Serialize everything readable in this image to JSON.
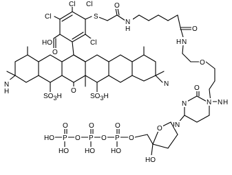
{
  "labels": {
    "cl_top_left": "Cl",
    "cl_top_right": "Cl",
    "cl_left": "Cl",
    "cl_right": "Cl",
    "s_atom": "S",
    "o_amide1": "O",
    "nh_amide1": "N",
    "h_amide1": "H",
    "ho_acid": "HO",
    "o_acid": "O",
    "o_amide2": "O",
    "nh_amide2": "N",
    "h_amide2": "H",
    "o_ether": "O",
    "nh_left": "N",
    "h_left": "H",
    "o_xanthene": "O",
    "n_right": "N",
    "so3h_left": "SO",
    "so3h_left_sub": "3",
    "so3h_left_h": "H",
    "so3h_right": "SO",
    "so3h_right_sub": "3",
    "so3h_right_h": "H",
    "n_cyt_top": "N",
    "o_cyt": "O",
    "n_cyt_mid": "N",
    "nh_cyt": "N",
    "h_cyt": "H",
    "n_cyt_base": "N",
    "o_sugar": "O",
    "o_link": "O",
    "ho_sugar": "HO",
    "p1": "P",
    "p2": "P",
    "p3": "P",
    "o_p1_top": "O",
    "o_p2_top": "O",
    "o_p3_top": "O",
    "o_p12": "O",
    "o_p23": "O",
    "ho_p1_left": "HO",
    "ho_p1_bottom": "HO",
    "ho_p2_bottom": "HO",
    "ho_p3_bottom": "HO",
    "o_p3_right": "O"
  }
}
